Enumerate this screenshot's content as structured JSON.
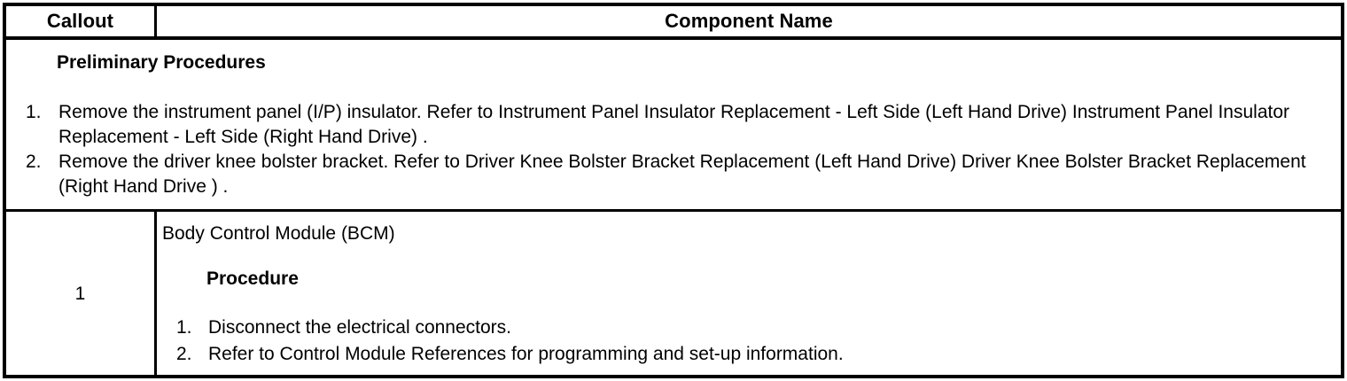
{
  "table": {
    "header": {
      "callout_label": "Callout",
      "component_label": "Component Name"
    },
    "preliminary": {
      "title": "Preliminary Procedures",
      "items": [
        {
          "marker": "1.",
          "text": "Remove the instrument panel (I/P) insulator. Refer to Instrument Panel Insulator Replacement - Left Side (Left Hand Drive) Instrument Panel Insulator Replacement - Left Side (Right Hand Drive) ."
        },
        {
          "marker": "2.",
          "text": "Remove the driver knee bolster bracket. Refer to Driver Knee Bolster Bracket Replacement (Left Hand Drive) Driver Knee Bolster Bracket Replacement (Right Hand Drive ) ."
        }
      ]
    },
    "rows": [
      {
        "callout": "1",
        "component_name": "Body Control Module (BCM)",
        "procedure_title": "Procedure",
        "procedure_items": [
          {
            "marker": "1.",
            "text": "Disconnect the electrical connectors."
          },
          {
            "marker": "2.",
            "text": "Refer to Control Module References for programming and set-up information."
          }
        ]
      }
    ]
  },
  "colors": {
    "border": "#000000",
    "text": "#000000",
    "background": "#ffffff"
  }
}
